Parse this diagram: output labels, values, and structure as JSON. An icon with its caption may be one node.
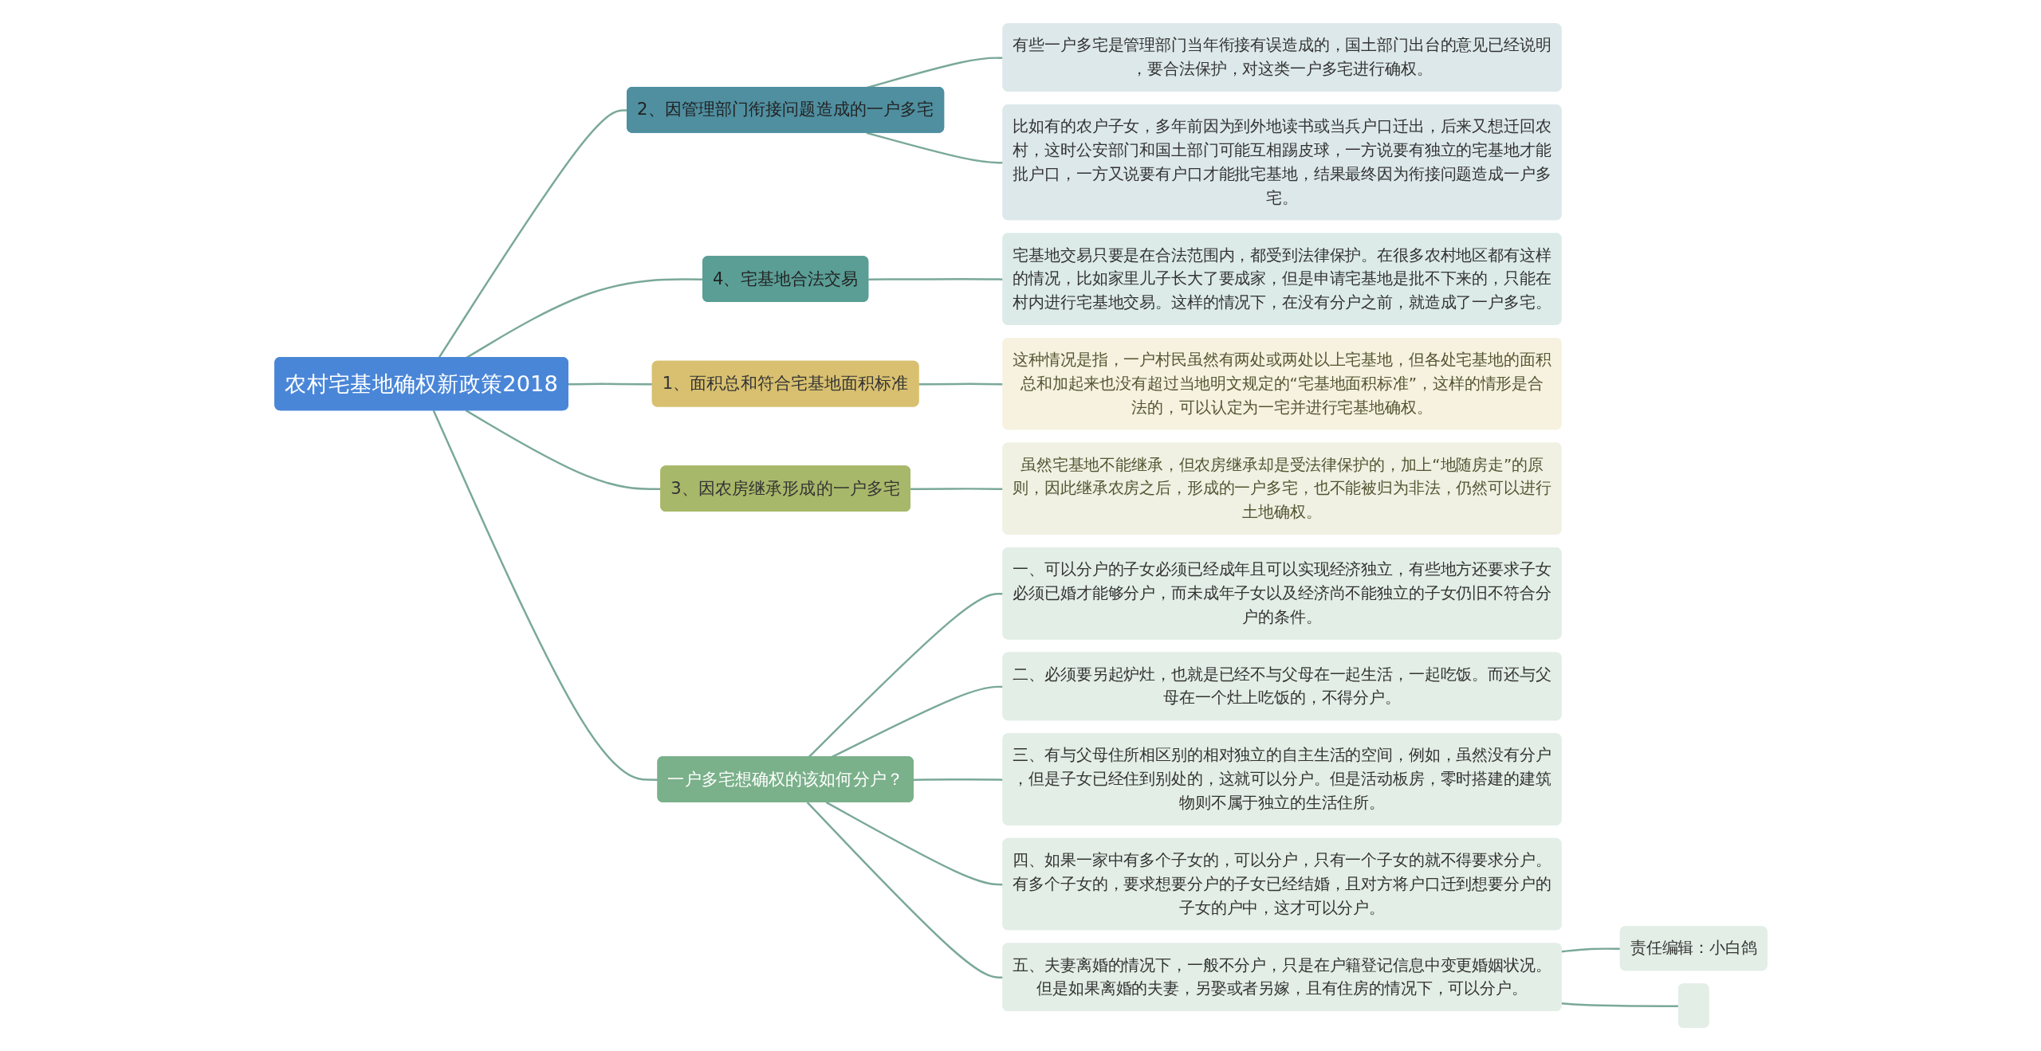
{
  "diagram": {
    "nodes": [
      {
        "text": [
          "农村宅基地确权新政策2018"
        ]
      },
      {
        "text": [
          "2、因管理部门衔接问题造成的一户多宅"
        ]
      },
      {
        "text": [
          "有些一户多宅是管理部门当年衔接有误造成的，国土部门出台的意见已经说明，要合法保护，对这类一户多宅进行确权。"
        ]
      },
      {
        "text": [
          "比如有的农户子女，多年前因为到外地读书或当兵户口迁出，后来又想迁回农村，这时公安部门和国土部门可能互相踢皮球，一方说要有独立的宅基地才能批户口，一方又说要有户口才能批宅基地，结果最终因为衔接问题造成一户多宅。"
        ]
      },
      {
        "text": [
          "4、宅基地合法交易"
        ]
      },
      {
        "text": [
          "宅基地交易只要是在合法范围内，都受到法律保护。在很多农村地区都有这样的情况，比如家里儿子长大了要成家，但是申请宅基地是批不下来的，只能在村内进行宅基地交易。这样的情况下，在没有分户之前，就造成了一户多宅。"
        ]
      },
      {
        "text": [
          "1、面积总和符合宅基地面积标准"
        ]
      },
      {
        "text": [
          "这种情况是指，一户村民虽然有两处或两处以上宅基地，但各处宅基地的面积总和加起来也没有超过当地明文规定的“宅基地面积标准”，这样的情形是合法的，可以认定为一宅并进行宅基地确权。"
        ]
      },
      {
        "text": [
          "3、因农房继承形成的一户多宅"
        ]
      },
      {
        "text": [
          "虽然宅基地不能继承，但农房继承却是受法律保护的，加上“地随房走”的原则，因此继承农房之后，形成的一户多宅，也不能被归为非法，仍然可以进行土地确权。"
        ]
      },
      {
        "text": [
          "一户多宅想确权的该如何分户？"
        ]
      },
      {
        "text": [
          "一、可以分户的子女必须已经成年且可以实现经济独立，有些地方还要求子女必须已婚才能够分户，而未成年子女以及经济尚不能独立的子女仍旧不符合分户的条件。"
        ]
      },
      {
        "text": [
          "二、必须要另起炉灶，也就是已经不与父母在一起生活，一起吃饭。而还与父母在一个灶上吃饭的，不得分户。"
        ]
      },
      {
        "text": [
          "三、有与父母住所相区别的相对独立的自主生活的空间，例如，虽然没有分户，但是子女已经住到别处的，这就可以分户。但是活动板房，零时搭建的建筑物则不属于独立的生活住所。"
        ]
      },
      {
        "text": [
          "四、如果一家中有多个子女的，可以分户，只有一个子女的就不得要求分户。有多个子女的，要求想要分户的子女已经结婚，且对方将户口迁到想要分户的子女的户中，这才可以分户。"
        ]
      },
      {
        "text": [
          "五、夫妻离婚的情况下，一般不分户，只是在户籍登记信息中变更婚姻状况。但是如果离婚的夫妻，另娶或者另嫁，且有住房的情况下，可以分户。"
        ]
      },
      {
        "text": [
          "责任编辑：小白鸽"
        ]
      },
      {
        "text": [],
        "shape": "box"
      }
    ],
    "edges": [
      {
        "from": 0,
        "to": 1,
        "arrow": "none"
      },
      {
        "from": 1,
        "to": 2,
        "arrow": "none"
      },
      {
        "from": 1,
        "to": 3,
        "arrow": "none"
      },
      {
        "from": 0,
        "to": 4,
        "arrow": "none"
      },
      {
        "from": 4,
        "to": 5,
        "arrow": "none"
      },
      {
        "from": 0,
        "to": 6,
        "arrow": "none"
      },
      {
        "from": 6,
        "to": 7,
        "arrow": "none"
      },
      {
        "from": 0,
        "to": 8,
        "arrow": "none"
      },
      {
        "from": 8,
        "to": 9,
        "arrow": "none"
      },
      {
        "from": 0,
        "to": 10,
        "arrow": "none"
      },
      {
        "from": 10,
        "to": 11,
        "arrow": "none"
      },
      {
        "from": 10,
        "to": 12,
        "arrow": "none"
      },
      {
        "from": 10,
        "to": 13,
        "arrow": "none"
      },
      {
        "from": 10,
        "to": 14,
        "arrow": "none"
      },
      {
        "from": 10,
        "to": 15,
        "arrow": "none"
      },
      {
        "from": 15,
        "to": 16,
        "arrow": "none"
      },
      {
        "from": 15,
        "to": 17,
        "arrow": "none"
      }
    ]
  }
}
